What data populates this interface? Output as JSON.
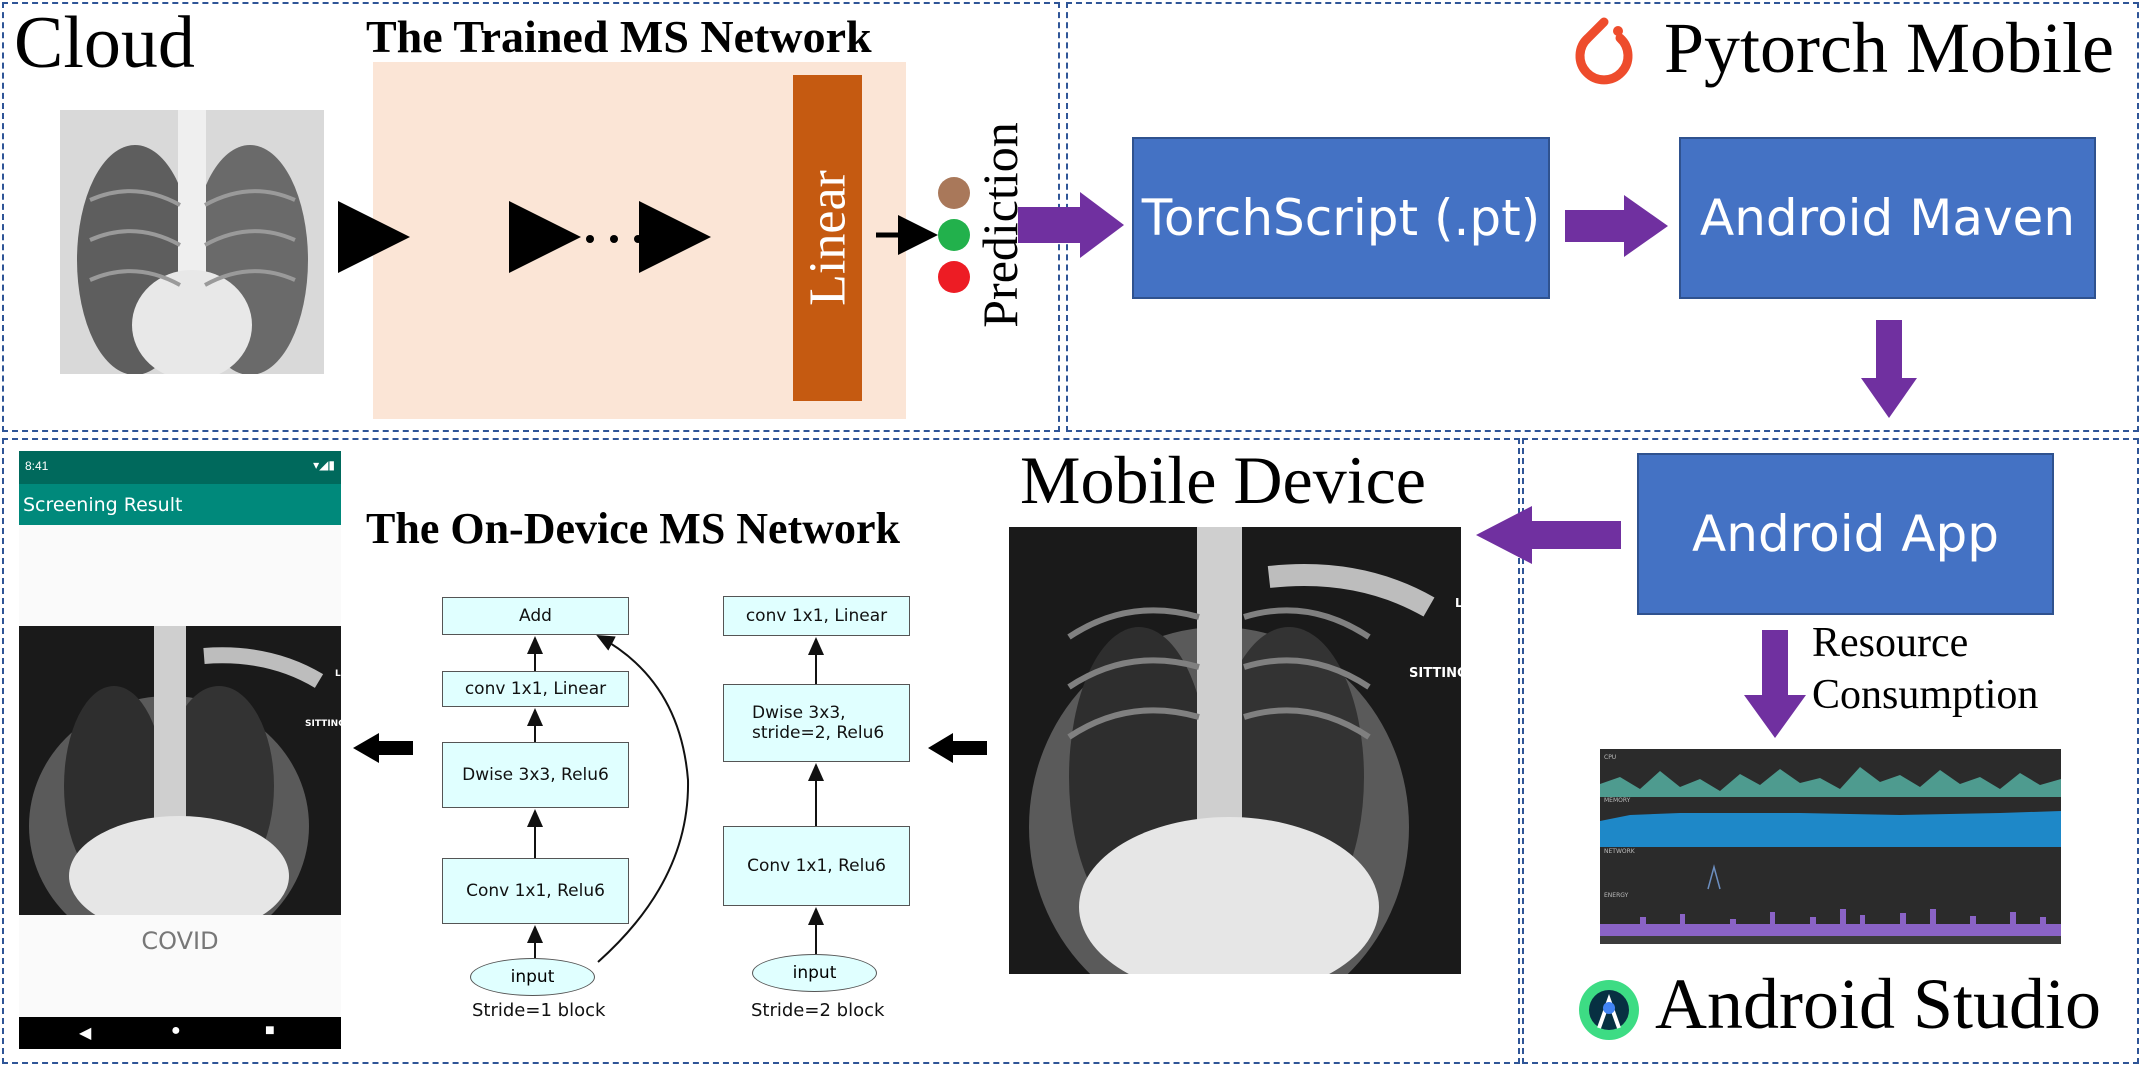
{
  "cloud": {
    "title": "Cloud",
    "network_title": "The Trained MS Network",
    "linear_label": "Linear",
    "prediction_label": "Prediction",
    "prediction_colors": [
      "#a9785a",
      "#22b14c",
      "#ed1c24"
    ]
  },
  "pytorch": {
    "title": "Pytorch Mobile",
    "torchscript_label": "TorchScript (.pt)",
    "maven_label": "Android Maven"
  },
  "studio": {
    "app_label": "Android App",
    "resource_label_line1": "Resource",
    "resource_label_line2": "Consumption",
    "title": "Android Studio",
    "profiler_labels": [
      "CPU",
      "MEMORY",
      "NETWORK",
      "ENERGY"
    ]
  },
  "mobile": {
    "title": "Mobile Device",
    "sitting_label": "SITTING",
    "side_marker": "L"
  },
  "ondevice": {
    "title": "The On-Device MS Network",
    "stride1": {
      "boxes": [
        "Add",
        "conv 1x1, Linear",
        "Dwise 3x3, Relu6",
        "Conv 1x1, Relu6"
      ],
      "input": "input",
      "caption": "Stride=1 block"
    },
    "stride2": {
      "boxes": [
        "conv 1x1, Linear",
        "Dwise 3x3,\nstride=2, Relu6",
        "Conv 1x1, Relu6"
      ],
      "input": "input",
      "caption": "Stride=2 block"
    }
  },
  "phone": {
    "time": "8:41",
    "app_bar_title": "Screening Result",
    "result": "COVID",
    "sitting_label": "SITTING",
    "side_marker": "L"
  },
  "colors": {
    "accent_purple": "#7030a0",
    "box_blue": "#4472c4",
    "panel_border": "#2f5597",
    "linear_orange": "#c55a11",
    "network_bg": "#fbe5d6",
    "teal_dark": "#00695c",
    "teal": "#00897b",
    "pytorch_red": "#ee4c2c",
    "android_green": "#3ddc84"
  }
}
